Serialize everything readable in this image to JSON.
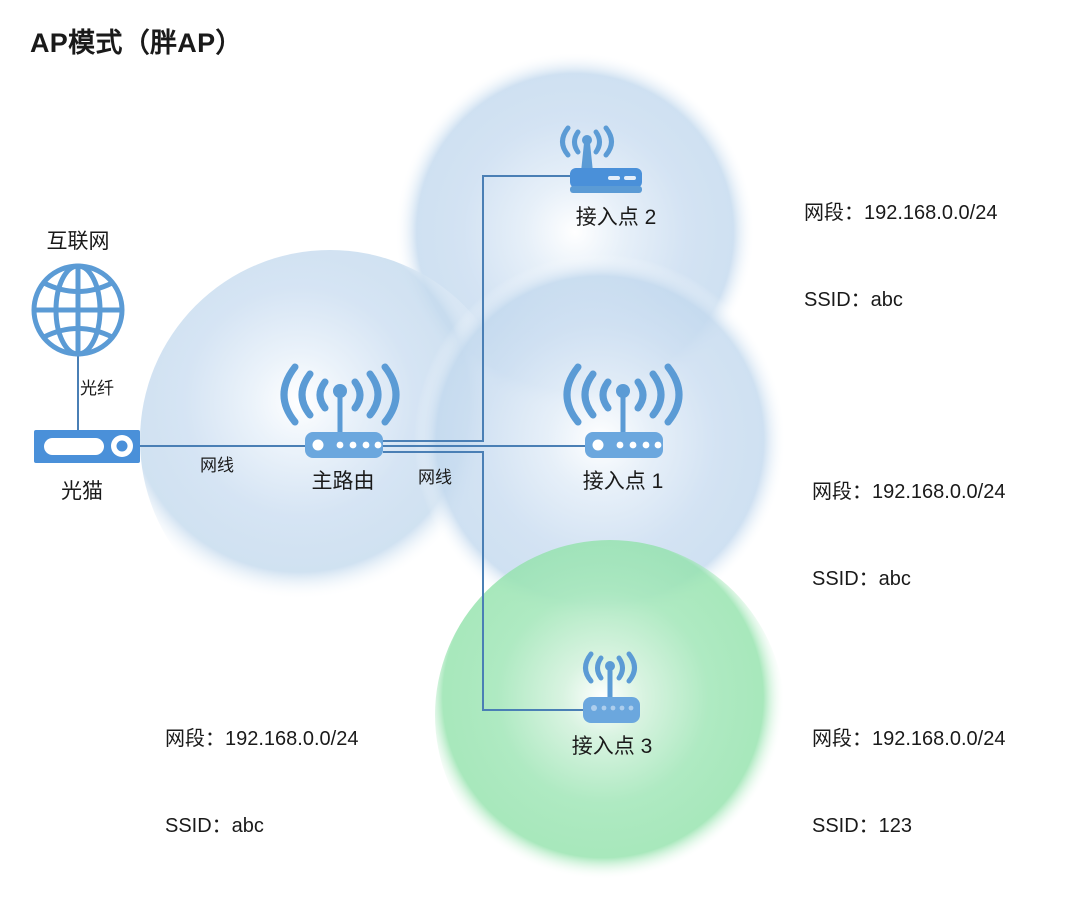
{
  "title": "AP模式（胖AP）",
  "colors": {
    "device_blue": "#4a90d9",
    "device_blue_light": "#5b9bd5",
    "line_blue": "#4a7fb5",
    "coverage_blue": "#bdd7ee",
    "coverage_green": "#8fe0a8",
    "text": "#1a1a1a"
  },
  "nodes": {
    "internet": {
      "label": "互联网",
      "icon": "globe-icon"
    },
    "modem": {
      "label": "光猫",
      "icon": "modem-icon"
    },
    "main_router": {
      "label": "主路由",
      "icon": "wifi-router-icon"
    },
    "ap1": {
      "label": "接入点 1",
      "icon": "wifi-router-icon"
    },
    "ap2": {
      "label": "接入点 2",
      "icon": "wifi-ap-flat-icon"
    },
    "ap3": {
      "label": "接入点 3",
      "icon": "wifi-ap-flat-icon"
    }
  },
  "links": {
    "fiber": {
      "label": "光纤"
    },
    "cable_modem_router": {
      "label": "网线"
    },
    "cable_router_aps": {
      "label": "网线"
    }
  },
  "coverage": [
    {
      "id": "ap2",
      "color": "blue",
      "ssid_label": "SSID：abc"
    },
    {
      "id": "ap1",
      "color": "blue",
      "ssid_label": "SSID：abc"
    },
    {
      "id": "ap3",
      "color": "green",
      "ssid_label": "SSID：123"
    },
    {
      "id": "main_router",
      "color": "blue",
      "ssid_label": "SSID：abc"
    }
  ],
  "annotations": {
    "ap2": {
      "subnet": "网段：192.168.0.0/24",
      "ssid": "SSID：abc"
    },
    "ap1": {
      "subnet": "网段：192.168.0.0/24",
      "ssid": "SSID：abc"
    },
    "ap3": {
      "subnet": "网段：192.168.0.0/24",
      "ssid": "SSID：123"
    },
    "main_router": {
      "subnet": "网段：192.168.0.0/24",
      "ssid": "SSID：abc"
    }
  }
}
